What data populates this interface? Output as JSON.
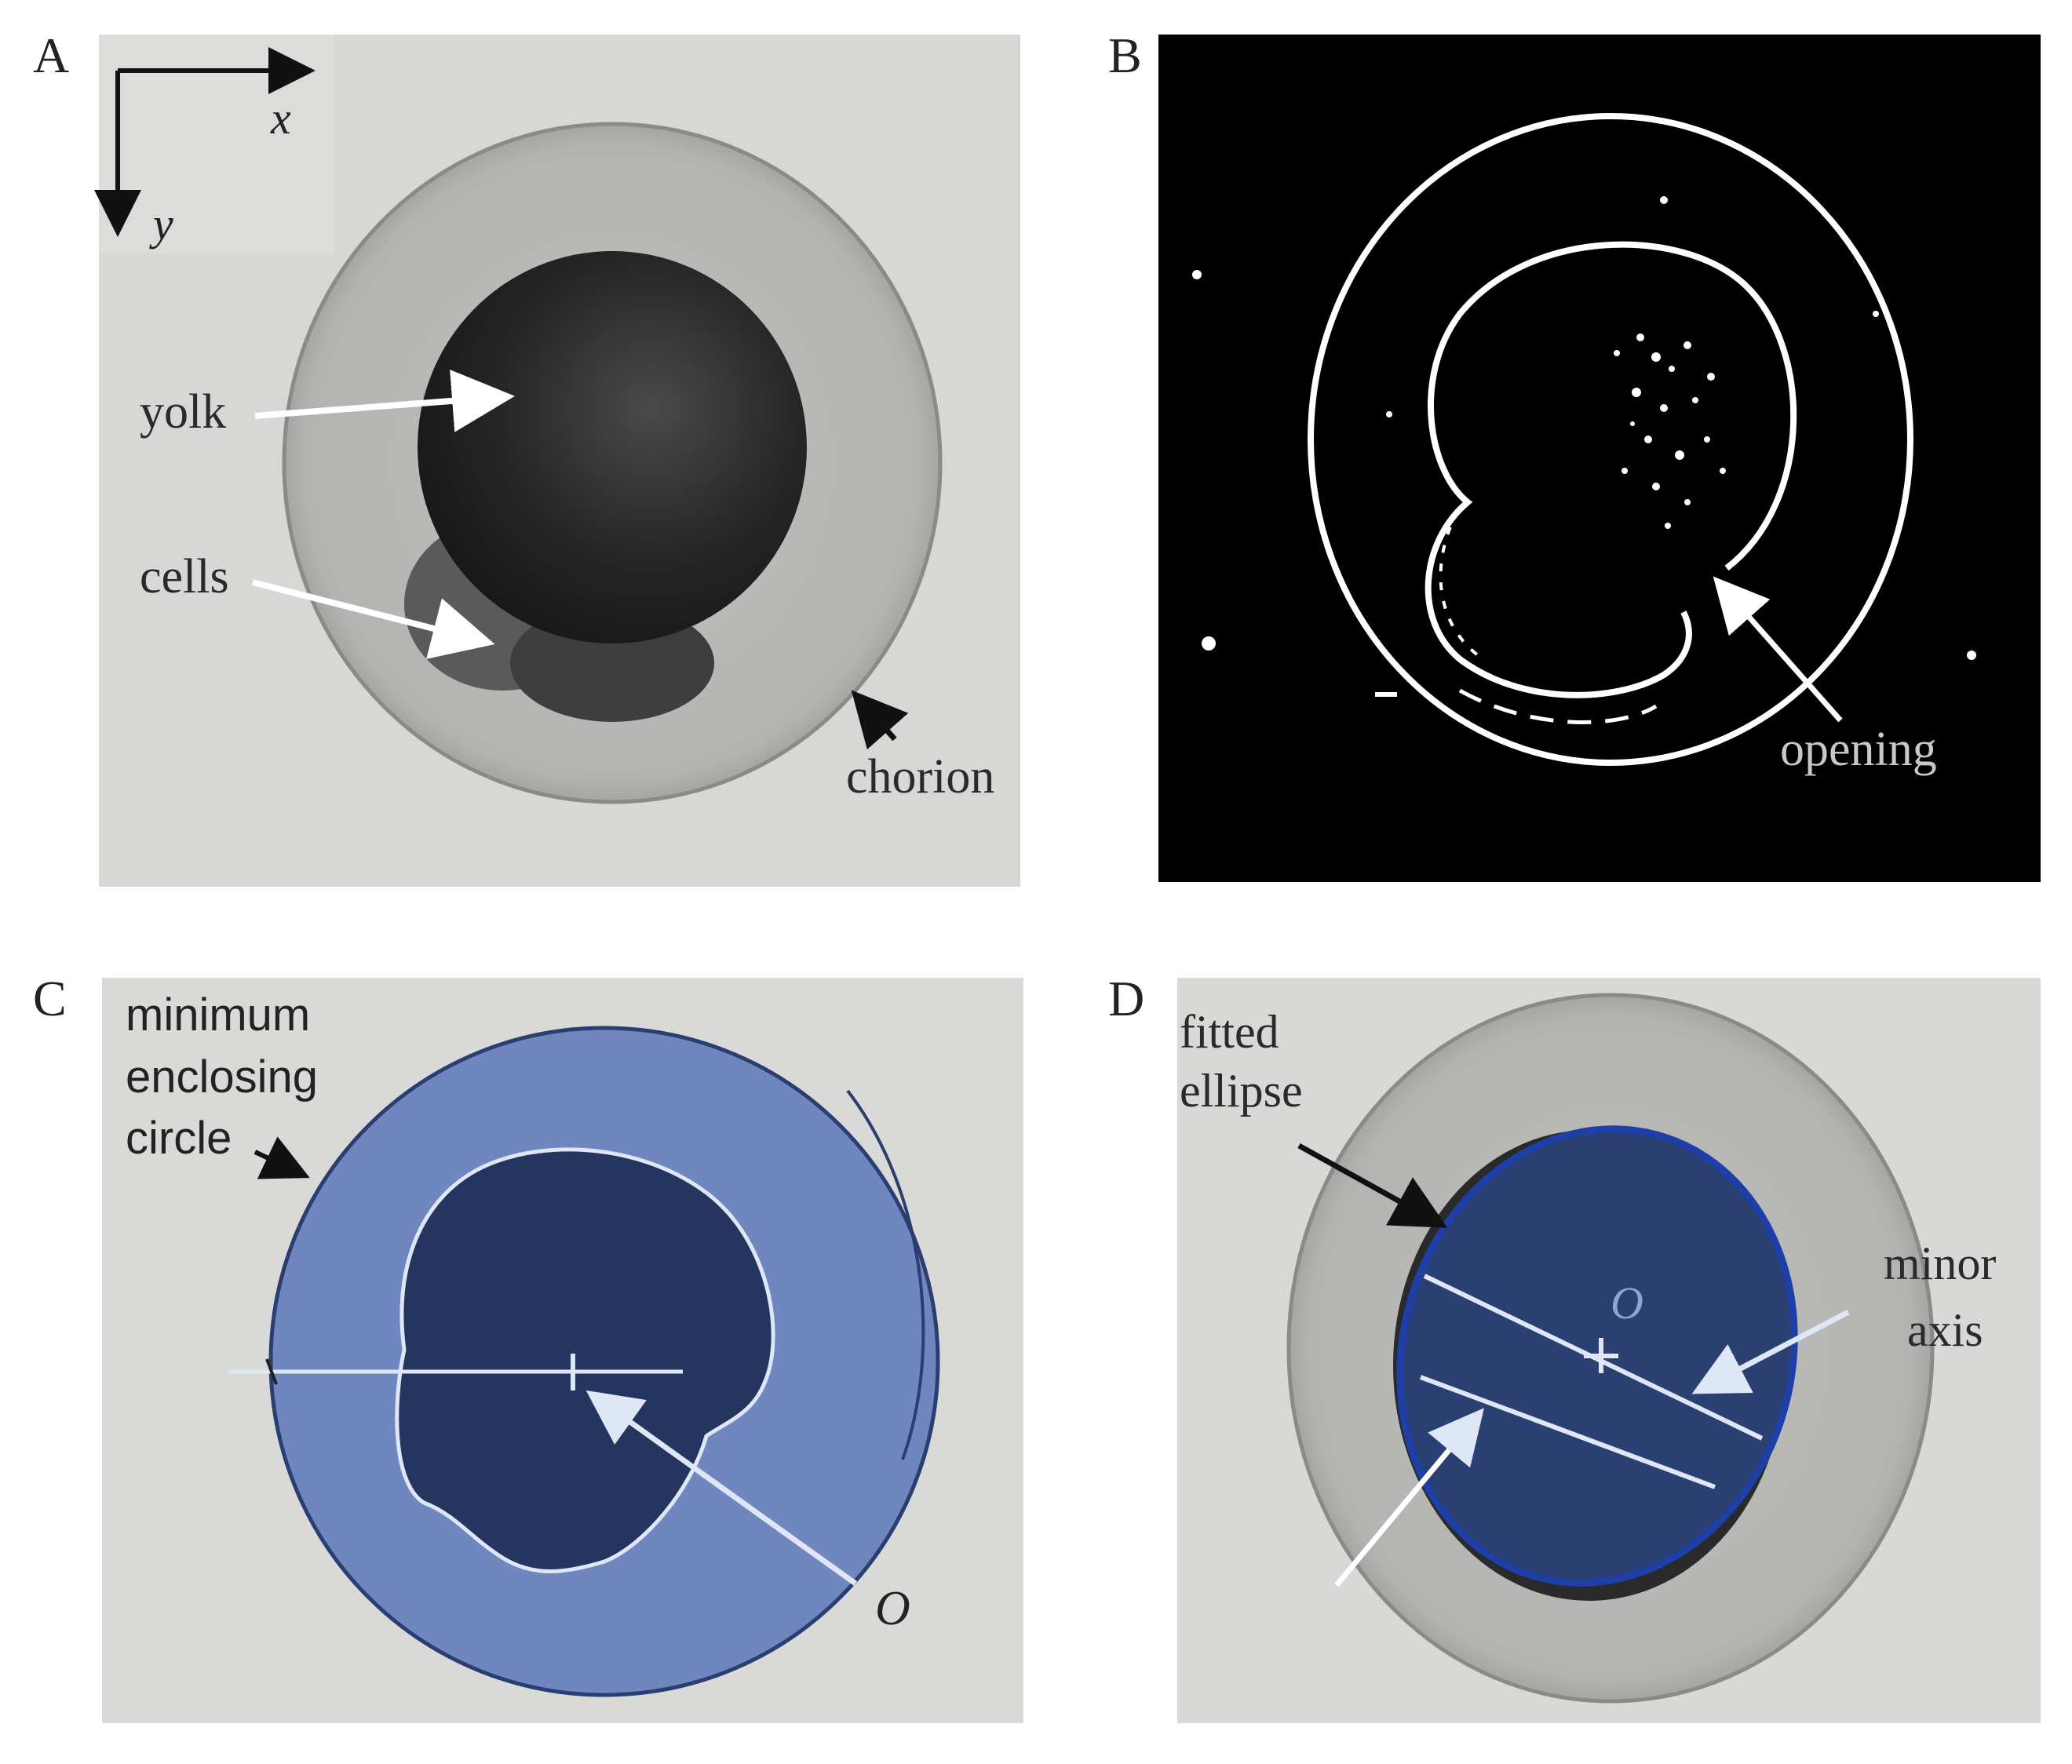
{
  "panels": {
    "a": {
      "letter": "A",
      "axis_x": "x",
      "axis_y": "y",
      "label_yolk": "yolk",
      "label_cells": "cells",
      "label_chorion": "chorion"
    },
    "b": {
      "letter": "B",
      "label_opening": "opening"
    },
    "c": {
      "letter": "C",
      "label_line1": "minimum",
      "label_line2": "enclosing",
      "label_line3": "circle",
      "label_center": "O"
    },
    "d": {
      "letter": "D",
      "label_fitted1": "fitted",
      "label_fitted2": "ellipse",
      "label_minor1": "minor",
      "label_minor2": "axis",
      "label_center": "O"
    }
  },
  "colors": {
    "background_gray": "#d8d8d6",
    "chorion_gray": "#b9b9b7",
    "yolk_dark": "#1e1e1f",
    "overlay_blue": "#6f86c0",
    "dark_blue": "#22345e",
    "ellipse_outline": "#1f3fa8",
    "edge_map_black": "#000000"
  }
}
